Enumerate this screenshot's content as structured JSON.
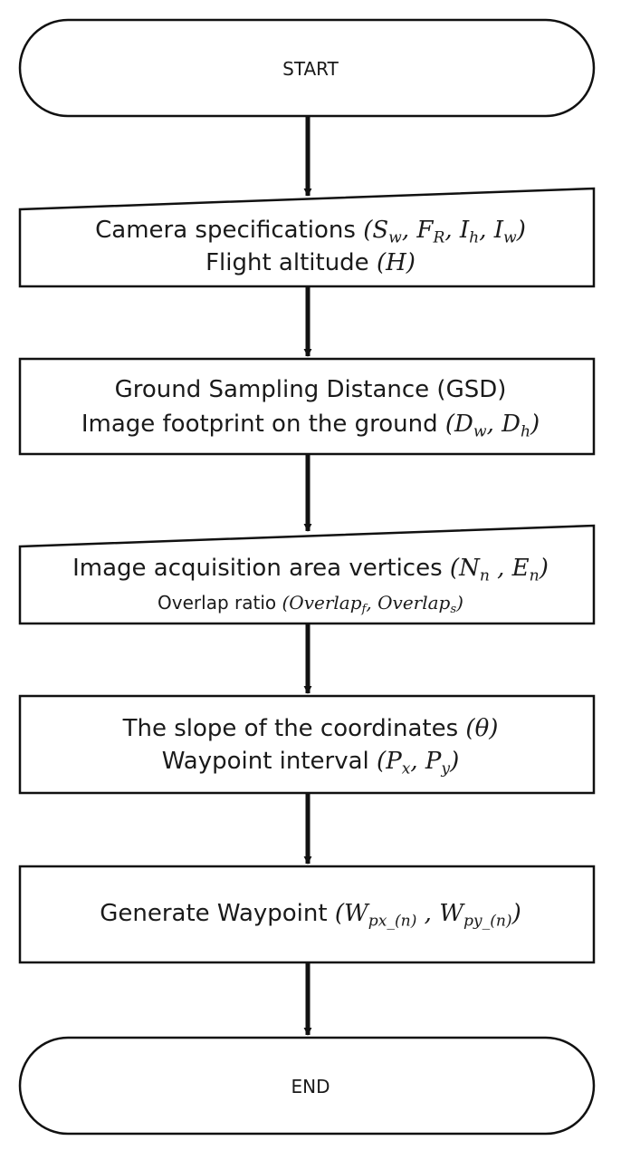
{
  "flowchart": {
    "start": "START",
    "end": "END",
    "step1": {
      "line1_text": "Camera specifications",
      "line1_math": "(S_w, F_R, I_h, I_w)",
      "line2_text": "Flight altitude",
      "line2_math": "(H)"
    },
    "step2": {
      "line1": "Ground Sampling Distance (GSD)",
      "line2_text": "Image footprint on the ground",
      "line2_math": "(D_w, D_h)"
    },
    "step3": {
      "line1_text": "Image acquisition area vertices",
      "line1_math": "(N_n , E_n)",
      "line2_text": "Overlap ratio",
      "line2_math": "(Overlap_f, Overlap_s)"
    },
    "step4": {
      "line1_text": "The slope of the coordinates",
      "line1_math": "(θ)",
      "line2_text": "Waypoint interval",
      "line2_math": "(P_x, P_y)"
    },
    "step5": {
      "line1_text": "Generate Waypoint",
      "line1_math": "(W_px_(n) , W_py_(n))"
    }
  }
}
